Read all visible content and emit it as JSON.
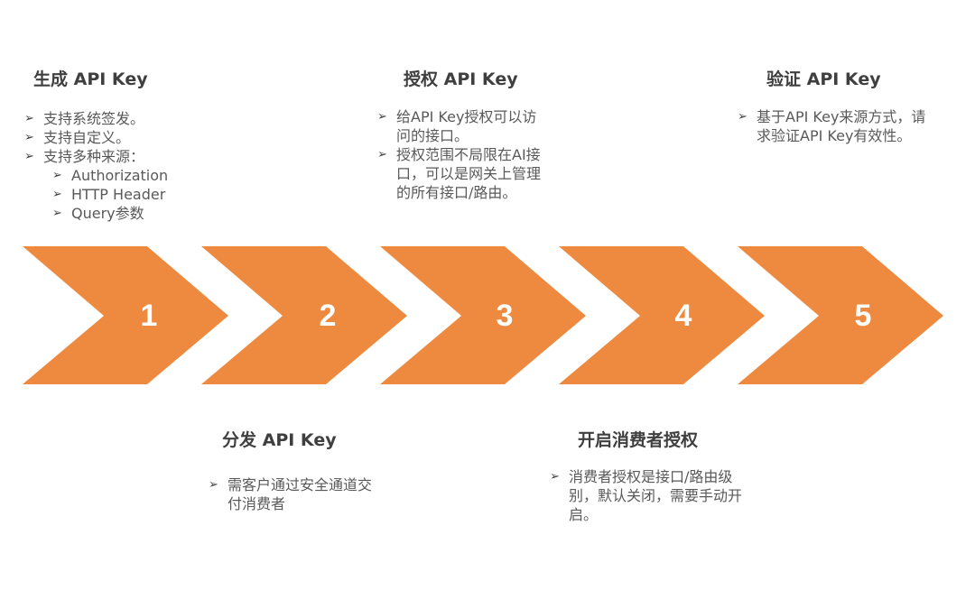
{
  "diagram": {
    "accent_color": "#ED8A3F",
    "title_color": "#3F3F3F",
    "text_color": "#595959",
    "bullet_icon": "arrowhead-bullet",
    "steps": [
      {
        "number": "1",
        "title": "生成 API Key",
        "position": "top",
        "bullets": [
          {
            "text": "支持系统签发。",
            "level": 1
          },
          {
            "text": "支持自定义。",
            "level": 1
          },
          {
            "text": "支持多种来源：",
            "level": 1
          },
          {
            "text": "Authorization",
            "level": 2
          },
          {
            "text": "HTTP Header",
            "level": 2
          },
          {
            "text": "Query参数",
            "level": 2
          }
        ]
      },
      {
        "number": "2",
        "title": "分发 API Key",
        "position": "bottom",
        "bullets": [
          {
            "text": "需客户通过安全通道交付消费者",
            "level": 1
          }
        ]
      },
      {
        "number": "3",
        "title": "授权 API Key",
        "position": "top",
        "bullets": [
          {
            "text": "给API Key授权可以访问的接口。",
            "level": 1
          },
          {
            "text": "授权范围不局限在AI接口，可以是网关上管理的所有接口/路由。",
            "level": 1
          }
        ]
      },
      {
        "number": "4",
        "title": "开启消费者授权",
        "position": "bottom",
        "bullets": [
          {
            "text": "消费者授权是接口/路由级别，默认关闭，需要手动开启。",
            "level": 1
          }
        ]
      },
      {
        "number": "5",
        "title": "验证 API Key",
        "position": "top",
        "bullets": [
          {
            "text": "基于API Key来源方式，请求验证API Key有效性。",
            "level": 1
          }
        ]
      }
    ]
  }
}
